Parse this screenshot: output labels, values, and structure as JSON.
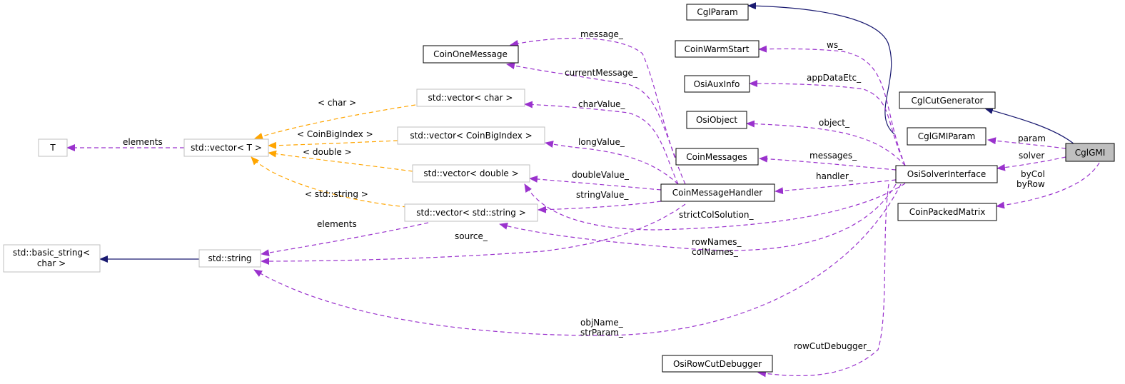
{
  "diagram": {
    "colors": {
      "inheritance": "#191970",
      "usage": "#9a32cd",
      "template": "#ffa500",
      "node_border_solid": "#000000",
      "node_border_template": "#bfbfbf",
      "highlight_fill": "#bfbfbf"
    },
    "nodes": [
      {
        "id": "cglparam",
        "label": "CglParam"
      },
      {
        "id": "coinwarmstart",
        "label": "CoinWarmStart"
      },
      {
        "id": "coinonemessage",
        "label": "CoinOneMessage"
      },
      {
        "id": "osiauxinfo",
        "label": "OsiAuxInfo"
      },
      {
        "id": "cglcutgenerator",
        "label": "CglCutGenerator"
      },
      {
        "id": "vec_char",
        "label": "std::vector< char >"
      },
      {
        "id": "osiobject",
        "label": "OsiObject"
      },
      {
        "id": "cglgmiparam",
        "label": "CglGMIParam"
      },
      {
        "id": "vec_cbi",
        "label": "std::vector< CoinBigIndex >"
      },
      {
        "id": "t",
        "label": "T"
      },
      {
        "id": "vec_t",
        "label": "std::vector< T >"
      },
      {
        "id": "coinmessages",
        "label": "CoinMessages"
      },
      {
        "id": "cglgmi",
        "label": "CglGMI"
      },
      {
        "id": "osisolverinterface",
        "label": "OsiSolverInterface"
      },
      {
        "id": "vec_double",
        "label": "std::vector< double >"
      },
      {
        "id": "coinmessagehandler",
        "label": "CoinMessageHandler"
      },
      {
        "id": "vec_string",
        "label": "std::vector< std::string >"
      },
      {
        "id": "coinpackedmatrix",
        "label": "CoinPackedMatrix"
      },
      {
        "id": "basic_string",
        "label_lines": [
          "std::basic_string<",
          "char >"
        ]
      },
      {
        "id": "stdstring",
        "label": "std::string"
      },
      {
        "id": "osirowcutdebugger",
        "label": "OsiRowCutDebugger"
      }
    ],
    "edge_labels": {
      "message": "message_",
      "ws": "ws_",
      "current_message": "currentMessage_",
      "app_data": "appDataEtc_",
      "lt_char": "< char >",
      "char_value": "charValue_",
      "object": "object_",
      "elements_t": "elements",
      "lt_cbi": "< CoinBigIndex >",
      "long_value": "longValue_",
      "param": "param",
      "lt_double": "< double >",
      "messages": "messages_",
      "solver": "solver",
      "by_col_row": [
        "byCol",
        "byRow"
      ],
      "double_value": "doubleValue_",
      "handler": "handler_",
      "lt_string": "< std::string >",
      "string_value": "stringValue_",
      "strict_col": "strictColSolution_",
      "elements_s": "elements",
      "source": "source_",
      "row_col_names": [
        "rowNames_",
        "colNames_"
      ],
      "obj_str_param": [
        "objName_",
        "strParam_"
      ],
      "row_cut_debugger": "rowCutDebugger_"
    }
  }
}
